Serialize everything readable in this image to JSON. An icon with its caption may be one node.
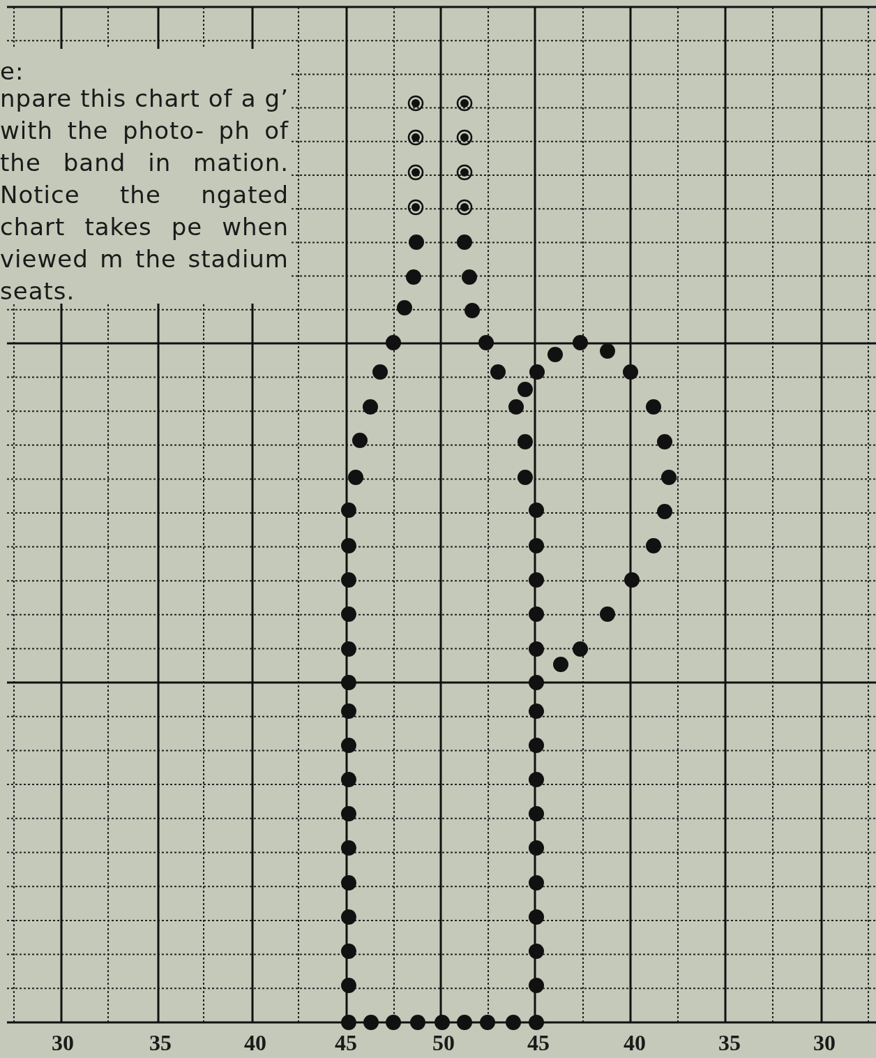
{
  "diagram": {
    "labels": [
      "e:",
      "npare this chart of a g’ with the photo- ph of the band in mation. Notice the ngated chart takes pe when viewed m the stadium seats.",
      "30",
      "35",
      "40",
      "45",
      "50",
      "45",
      "40",
      "35",
      "30"
    ]
  }
}
